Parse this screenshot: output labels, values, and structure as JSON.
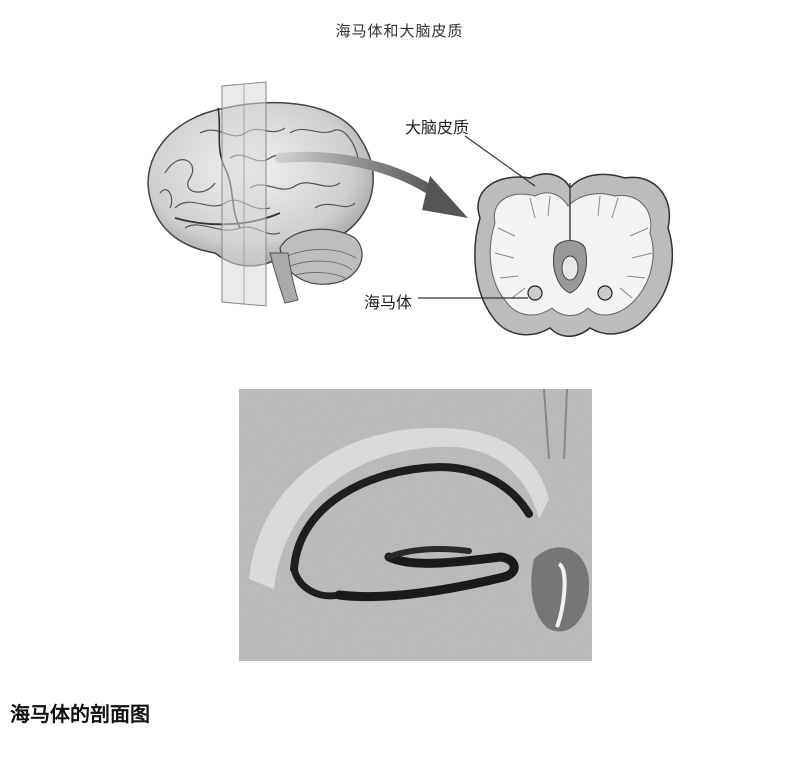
{
  "figure": {
    "title": "海马体和大脑皮质",
    "labels": {
      "cerebral_cortex": "大脑皮质",
      "hippocampus": "海马体"
    },
    "caption": "海马体的剖面图"
  }
}
